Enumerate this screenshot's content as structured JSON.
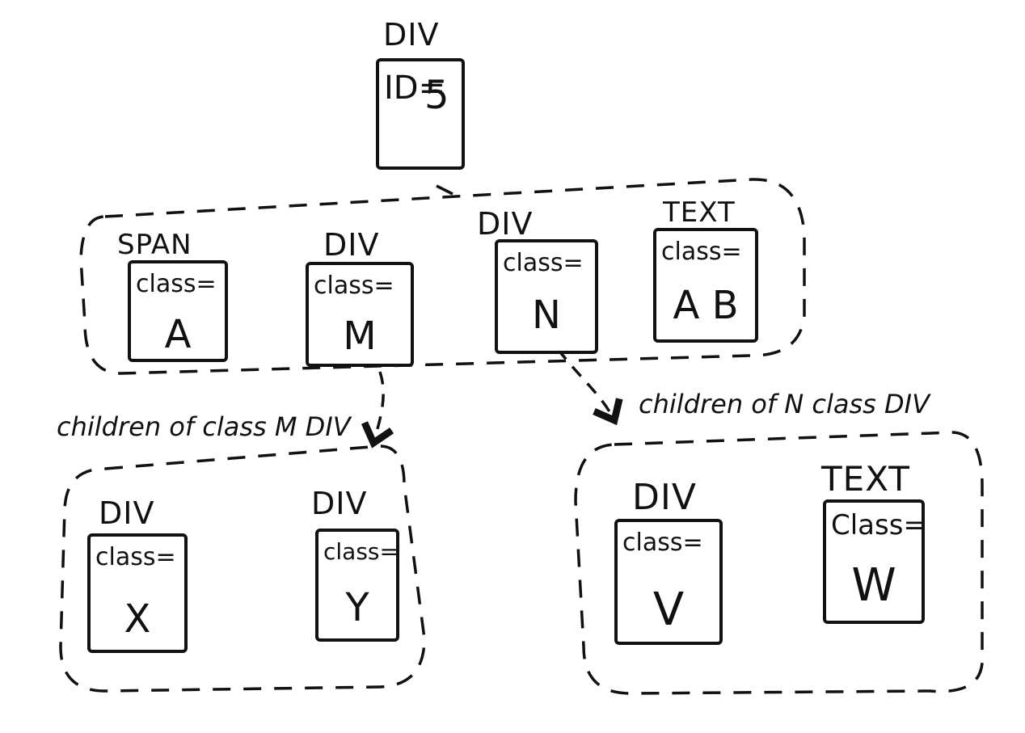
{
  "root": {
    "tag": "DIV",
    "key": "ID=",
    "value": "5"
  },
  "level1": [
    {
      "tag": "SPAN",
      "key": "class=",
      "value": "A"
    },
    {
      "tag": "DIV",
      "key": "class=",
      "value": "M"
    },
    {
      "tag": "DIV",
      "key": "class=",
      "value": "N"
    },
    {
      "tag": "TEXT",
      "key": "class=",
      "value": "A B"
    }
  ],
  "groups": {
    "m_children_label": "children of class M DIV",
    "n_children_label": "children of N class DIV"
  },
  "m_children": [
    {
      "tag": "DIV",
      "key": "class=",
      "value": "X"
    },
    {
      "tag": "DIV",
      "key": "class=",
      "value": "Y"
    }
  ],
  "n_children": [
    {
      "tag": "DIV",
      "key": "class=",
      "value": "V"
    },
    {
      "tag": "TEXT",
      "key": "Class=",
      "value": "W"
    }
  ],
  "colors": {
    "ink": "#111111",
    "background": "#ffffff"
  }
}
